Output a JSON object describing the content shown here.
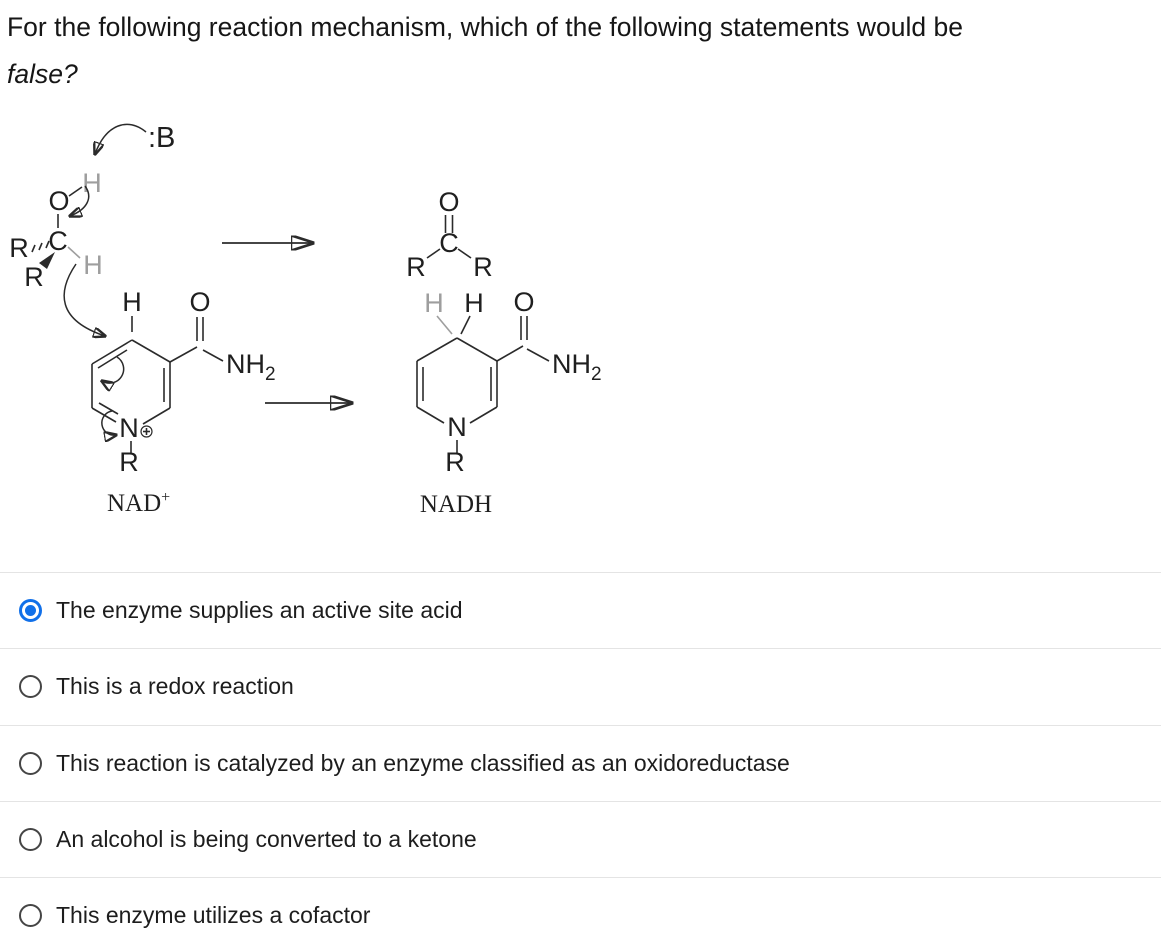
{
  "question": {
    "line1": "For the following reaction mechanism, which of the following statements would be",
    "line2_italic": "false?"
  },
  "diagram": {
    "labels": {
      "base": ":B",
      "h": "H",
      "o": "O",
      "c": "C",
      "r": "R",
      "n": "N",
      "nh": "NH",
      "sub2": "2",
      "nad": "NAD",
      "plus_sup": "+",
      "nadh": "NADH"
    },
    "reactant_name": "NAD+",
    "product_name": "NADH"
  },
  "options": [
    {
      "label": "The enzyme supplies an active site acid",
      "selected": true
    },
    {
      "label": "This is a redox reaction",
      "selected": false
    },
    {
      "label": "This reaction is catalyzed by an enzyme classified as an oxidoreductase",
      "selected": false
    },
    {
      "label": "An alcohol is being converted to a ketone",
      "selected": false
    },
    {
      "label": "This enzyme utilizes a cofactor",
      "selected": false
    }
  ],
  "colors": {
    "accent_blue": "#1170e9",
    "gray_atom": "#9e9e9e",
    "divider": "#e4e4e4",
    "text": "#1d1d1d"
  }
}
